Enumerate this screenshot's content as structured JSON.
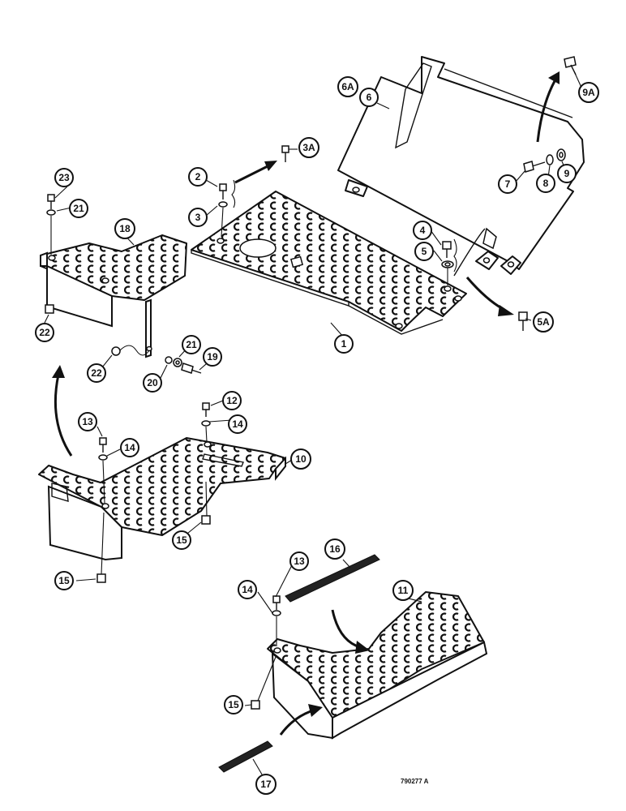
{
  "figure": {
    "reference_code": "790277 A",
    "callouts": [
      {
        "id": "c1",
        "label": "1"
      },
      {
        "id": "c2",
        "label": "2"
      },
      {
        "id": "c3",
        "label": "3"
      },
      {
        "id": "c3a",
        "label": "3A"
      },
      {
        "id": "c4",
        "label": "4"
      },
      {
        "id": "c5",
        "label": "5"
      },
      {
        "id": "c5a",
        "label": "5A"
      },
      {
        "id": "c6a",
        "label": "6A"
      },
      {
        "id": "c6",
        "label": "6"
      },
      {
        "id": "c7",
        "label": "7"
      },
      {
        "id": "c8",
        "label": "8"
      },
      {
        "id": "c9",
        "label": "9"
      },
      {
        "id": "c9a",
        "label": "9A"
      },
      {
        "id": "c10",
        "label": "10"
      },
      {
        "id": "c11",
        "label": "11"
      },
      {
        "id": "c12",
        "label": "12"
      },
      {
        "id": "c13a",
        "label": "13"
      },
      {
        "id": "c13b",
        "label": "13"
      },
      {
        "id": "c14a",
        "label": "14"
      },
      {
        "id": "c14b",
        "label": "14"
      },
      {
        "id": "c14c",
        "label": "14"
      },
      {
        "id": "c15a",
        "label": "15"
      },
      {
        "id": "c15b",
        "label": "15"
      },
      {
        "id": "c15c",
        "label": "15"
      },
      {
        "id": "c16",
        "label": "16"
      },
      {
        "id": "c17",
        "label": "17"
      },
      {
        "id": "c18",
        "label": "18"
      },
      {
        "id": "c19",
        "label": "19"
      },
      {
        "id": "c20",
        "label": "20"
      },
      {
        "id": "c21a",
        "label": "21"
      },
      {
        "id": "c21b",
        "label": "21"
      },
      {
        "id": "c22a",
        "label": "22"
      },
      {
        "id": "c22b",
        "label": "22"
      },
      {
        "id": "c23",
        "label": "23"
      }
    ]
  }
}
